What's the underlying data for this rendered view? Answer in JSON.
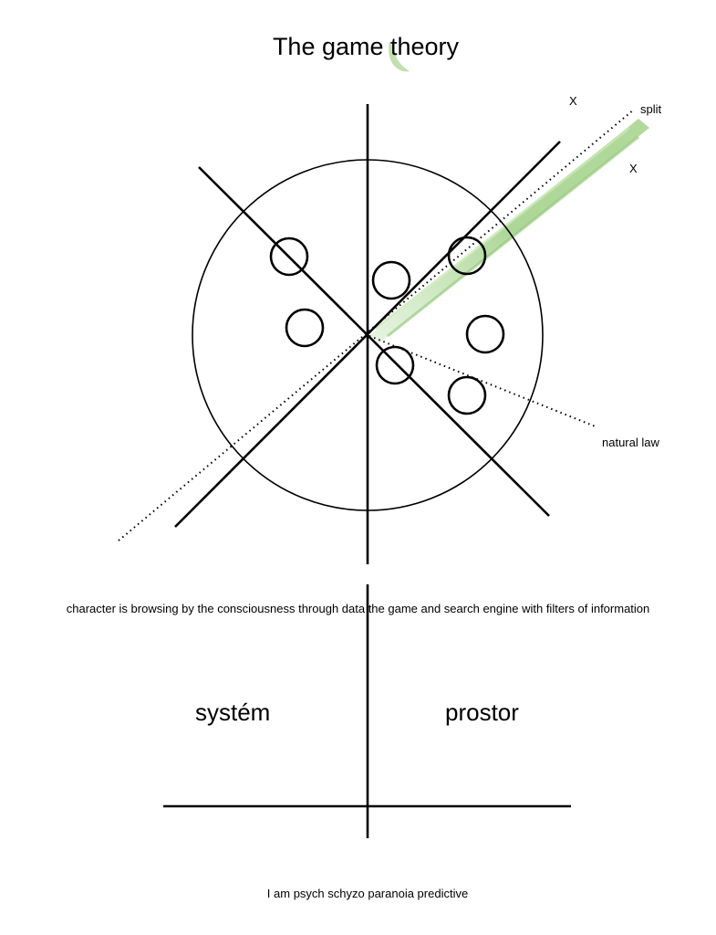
{
  "title": "The game theory",
  "labels": {
    "split": "split",
    "mark_a": "X",
    "mark_b": "X",
    "natural_law": "natural law"
  },
  "caption": "character is browsing by the consciousness through data the game and search engine with filters of information",
  "quadrant": {
    "left": "systém",
    "right": "prostor"
  },
  "footer": "I am  psych schyzo paranoia predictive",
  "colors": {
    "ink": "#000000",
    "highlight": "#9fcf86"
  }
}
